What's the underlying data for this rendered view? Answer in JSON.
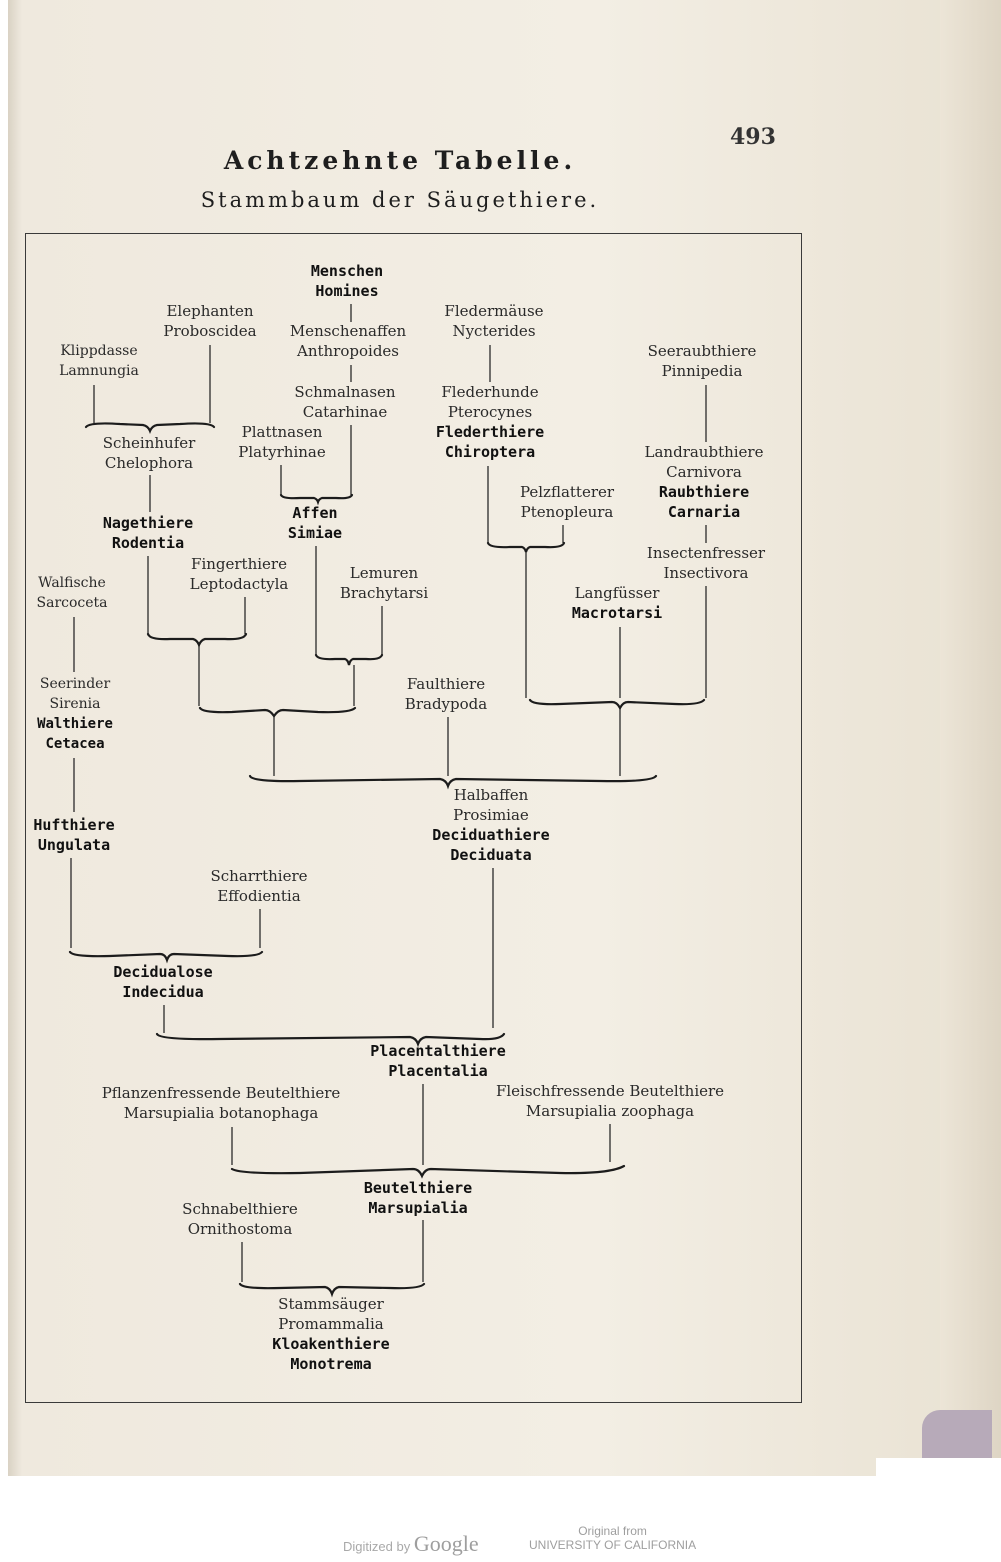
{
  "page_number": "493",
  "title": "Achtzehnte Tabelle.",
  "subtitle": "Stammbaum der Säugethiere.",
  "nodes": {
    "menschen": [
      "Menschen",
      "Homines"
    ],
    "elephanten": [
      "Elephanten",
      "Proboscidea"
    ],
    "menschenaffen": [
      "Menschenaffen",
      "Anthropoides"
    ],
    "fledermaeuse": [
      "Fledermäuse",
      "Nycterides"
    ],
    "klippdasse": [
      "Klippdasse",
      "Lamnungia"
    ],
    "seeraubthiere": [
      "Seeraubthiere",
      "Pinnipedia"
    ],
    "schmalnasen": [
      "Schmalnasen",
      "Catarhinae"
    ],
    "flederhunde": [
      "Flederhunde",
      "Pterocynes",
      "Flederthiere",
      "Chiroptera"
    ],
    "plattnasen": [
      "Plattnasen",
      "Platyrhinae"
    ],
    "scheinhufer": [
      "Scheinhufer",
      "Chelophora"
    ],
    "landraubthiere": [
      "Landraubthiere",
      "Carnivora",
      "Raubthiere",
      "Carnaria"
    ],
    "pelzflatterer": [
      "Pelzflatterer",
      "Ptenopleura"
    ],
    "affen": [
      "Affen",
      "Simiae"
    ],
    "nagethiere": [
      "Nagethiere",
      "Rodentia"
    ],
    "insectenfresser": [
      "Insectenfresser",
      "Insectivora"
    ],
    "fingerthiere": [
      "Fingerthiere",
      "Leptodactyla"
    ],
    "walfische": [
      "Walfische",
      "Sarcoceta"
    ],
    "lemuren": [
      "Lemuren",
      "Brachytarsi"
    ],
    "langfuesser": [
      "Langfüsser",
      "Macrotarsi"
    ],
    "seerinder": [
      "Seerinder",
      "Sirenia",
      "Walthiere",
      "Cetacea"
    ],
    "faulthiere": [
      "Faulthiere",
      "Bradypoda"
    ],
    "halbaffen": [
      "Halbaffen",
      "Prosimiae",
      "Deciduathiere",
      "Deciduata"
    ],
    "hufthiere": [
      "Hufthiere",
      "Ungulata"
    ],
    "scharrthiere": [
      "Scharrthiere",
      "Effodientia"
    ],
    "decidualose": [
      "Decidualose",
      "Indecidua"
    ],
    "placentalthiere": [
      "Placentalthiere",
      "Placentalia"
    ],
    "pflanzenfressende": [
      "Pflanzenfressende Beutelthiere",
      "Marsupialia botanophaga"
    ],
    "fleischfressende": [
      "Fleischfressende Beutelthiere",
      "Marsupialia zoophaga"
    ],
    "beutelthiere": [
      "Beutelthiere",
      "Marsupialia"
    ],
    "schnabelthiere": [
      "Schnabelthiere",
      "Ornithostoma"
    ],
    "stammsaeuger": [
      "Stammsäuger",
      "Promammalia",
      "Kloakenthiere",
      "Monotrema"
    ]
  },
  "footer": {
    "digitized_prefix": "Digitized by",
    "digitized_brand": "Google",
    "original_line1": "Original from",
    "original_line2": "UNIVERSITY OF CALIFORNIA"
  }
}
